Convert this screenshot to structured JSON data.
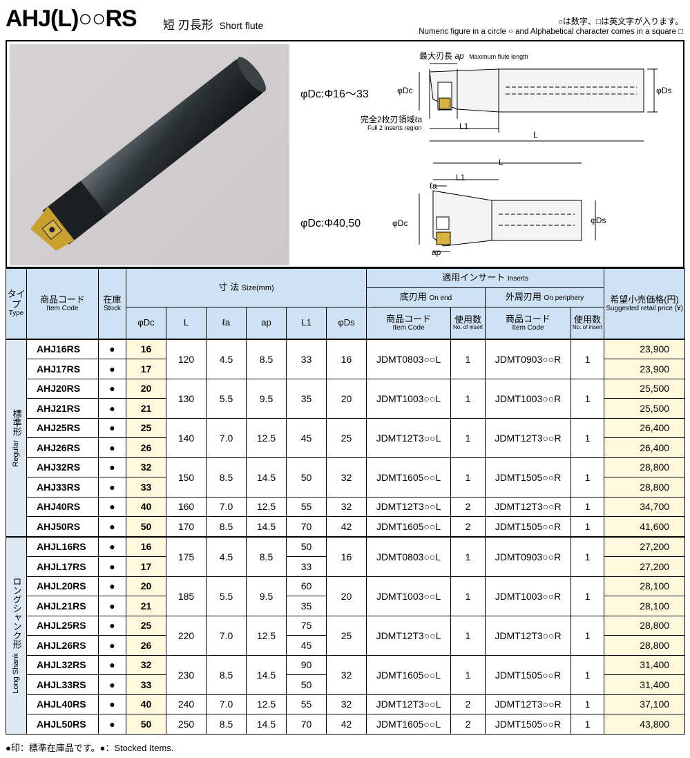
{
  "header": {
    "code": "AHJ(L)○○RS",
    "jp_title": "短 刃長形",
    "en_title": "Short flute",
    "note_jp": "○は数字、□は英文字が入ります。",
    "note_en": "Numeric figure in a circle ○ and Alphabetical character comes in a square □"
  },
  "figure": {
    "max_flute_jp": "最大刃長",
    "max_flute_sym": "ap",
    "max_flute_en": "Maximum flute length",
    "range1": "φDc:Φ16～33",
    "range2": "φDc:Φ40,50",
    "full_region_jp": "完全2枚刃領域ℓa",
    "full_region_en": "Full 2 inserts region",
    "lbl_dc": "φDc",
    "lbl_ds": "φDs",
    "lbl_L": "L",
    "lbl_L1": "L1",
    "lbl_la": "ℓa",
    "lbl_ap": "ap"
  },
  "table": {
    "h_type_jp": "タイプ",
    "h_type_en": "Type",
    "h_code_jp": "商品コード",
    "h_code_en": "Item Code",
    "h_stock_jp": "在庫",
    "h_stock_en": "Stock",
    "h_size_jp": "寸 法",
    "h_size_en": "Size(mm)",
    "h_dc": "φDc",
    "h_L": "L",
    "h_la": "ℓa",
    "h_ap": "ap",
    "h_L1": "L1",
    "h_ds": "φDs",
    "h_inserts_jp": "適用インサート",
    "h_inserts_en": "Inserts",
    "h_onend_jp": "底刃用",
    "h_onend_en": "On end",
    "h_periph_jp": "外周刃用",
    "h_periph_en": "On periphery",
    "h_icode_jp": "商品コード",
    "h_icode_en": "Item Code",
    "h_no_jp": "使用数",
    "h_no_en": "No. of insert",
    "h_price_jp": "希望小売価格(円)",
    "h_price_en": "Suggested retail price (¥)",
    "type_regular_jp": "標準形",
    "type_regular_en": "Regular",
    "type_long_jp": "ロングシャンク形",
    "type_long_en": "Long Shank",
    "stock_mark": "●",
    "regular": [
      {
        "code": "AHJ16RS",
        "dc": "16",
        "price": "23,900"
      },
      {
        "code": "AHJ17RS",
        "dc": "17",
        "price": "23,900"
      },
      {
        "code": "AHJ20RS",
        "dc": "20",
        "price": "25,500"
      },
      {
        "code": "AHJ21RS",
        "dc": "21",
        "price": "25,500"
      },
      {
        "code": "AHJ25RS",
        "dc": "25",
        "price": "26,400"
      },
      {
        "code": "AHJ26RS",
        "dc": "26",
        "price": "26,400"
      },
      {
        "code": "AHJ32RS",
        "dc": "32",
        "price": "28,800"
      },
      {
        "code": "AHJ33RS",
        "dc": "33",
        "price": "28,800"
      },
      {
        "code": "AHJ40RS",
        "dc": "40",
        "price": "34,700"
      },
      {
        "code": "AHJ50RS",
        "dc": "50",
        "price": "41,600"
      }
    ],
    "regular_groups": [
      {
        "L": "120",
        "la": "4.5",
        "ap": "8.5",
        "L1": "33",
        "ds": "16",
        "end": "JDMT0803○○L",
        "n_end": "1",
        "per": "JDMT0903○○R",
        "n_per": "1"
      },
      {
        "L": "130",
        "la": "5.5",
        "ap": "9.5",
        "L1": "35",
        "ds": "20",
        "end": "JDMT1003○○L",
        "n_end": "1",
        "per": "JDMT1003○○R",
        "n_per": "1"
      },
      {
        "L": "140",
        "la": "7.0",
        "ap": "12.5",
        "L1": "45",
        "ds": "25",
        "end": "JDMT12T3○○L",
        "n_end": "1",
        "per": "JDMT12T3○○R",
        "n_per": "1"
      },
      {
        "L": "150",
        "la": "8.5",
        "ap": "14.5",
        "L1": "50",
        "ds": "32",
        "end": "JDMT1605○○L",
        "n_end": "1",
        "per": "JDMT1505○○R",
        "n_per": "1"
      },
      {
        "L": "160",
        "la": "7.0",
        "ap": "12.5",
        "L1": "55",
        "ds": "32",
        "end": "JDMT12T3○○L",
        "n_end": "2",
        "per": "JDMT12T3○○R",
        "n_per": "1"
      },
      {
        "L": "170",
        "la": "8.5",
        "ap": "14.5",
        "L1": "70",
        "ds": "42",
        "end": "JDMT1605○○L",
        "n_end": "2",
        "per": "JDMT1505○○R",
        "n_per": "1"
      }
    ],
    "long": [
      {
        "code": "AHJL16RS",
        "dc": "16",
        "L1": "50",
        "price": "27,200"
      },
      {
        "code": "AHJL17RS",
        "dc": "17",
        "L1": "33",
        "price": "27,200"
      },
      {
        "code": "AHJL20RS",
        "dc": "20",
        "L1": "60",
        "price": "28,100"
      },
      {
        "code": "AHJL21RS",
        "dc": "21",
        "L1": "35",
        "price": "28,100"
      },
      {
        "code": "AHJL25RS",
        "dc": "25",
        "L1": "75",
        "price": "28,800"
      },
      {
        "code": "AHJL26RS",
        "dc": "26",
        "L1": "45",
        "price": "28,800"
      },
      {
        "code": "AHJL32RS",
        "dc": "32",
        "L1": "90",
        "price": "31,400"
      },
      {
        "code": "AHJL33RS",
        "dc": "33",
        "L1": "50",
        "price": "31,400"
      },
      {
        "code": "AHJL40RS",
        "dc": "40",
        "L1": "55",
        "price": "37,100"
      },
      {
        "code": "AHJL50RS",
        "dc": "50",
        "L1": "70",
        "price": "43,800"
      }
    ],
    "long_groups": [
      {
        "L": "175",
        "la": "4.5",
        "ap": "8.5",
        "ds": "16",
        "end": "JDMT0803○○L",
        "n_end": "1",
        "per": "JDMT0903○○R",
        "n_per": "1"
      },
      {
        "L": "185",
        "la": "5.5",
        "ap": "9.5",
        "ds": "20",
        "end": "JDMT1003○○L",
        "n_end": "1",
        "per": "JDMT1003○○R",
        "n_per": "1"
      },
      {
        "L": "220",
        "la": "7.0",
        "ap": "12.5",
        "ds": "25",
        "end": "JDMT12T3○○L",
        "n_end": "1",
        "per": "JDMT12T3○○R",
        "n_per": "1"
      },
      {
        "L": "230",
        "la": "8.5",
        "ap": "14.5",
        "ds": "32",
        "end": "JDMT1605○○L",
        "n_end": "1",
        "per": "JDMT1505○○R",
        "n_per": "1"
      },
      {
        "L": "240",
        "la": "7.0",
        "ap": "12.5",
        "ds": "32",
        "end": "JDMT12T3○○L",
        "n_end": "2",
        "per": "JDMT12T3○○R",
        "n_per": "1"
      },
      {
        "L": "250",
        "la": "8.5",
        "ap": "14.5",
        "ds": "42",
        "end": "JDMT1605○○L",
        "n_end": "2",
        "per": "JDMT1505○○R",
        "n_per": "1"
      }
    ]
  },
  "footnote": "●印：標準在庫品です。●：Stocked Items."
}
